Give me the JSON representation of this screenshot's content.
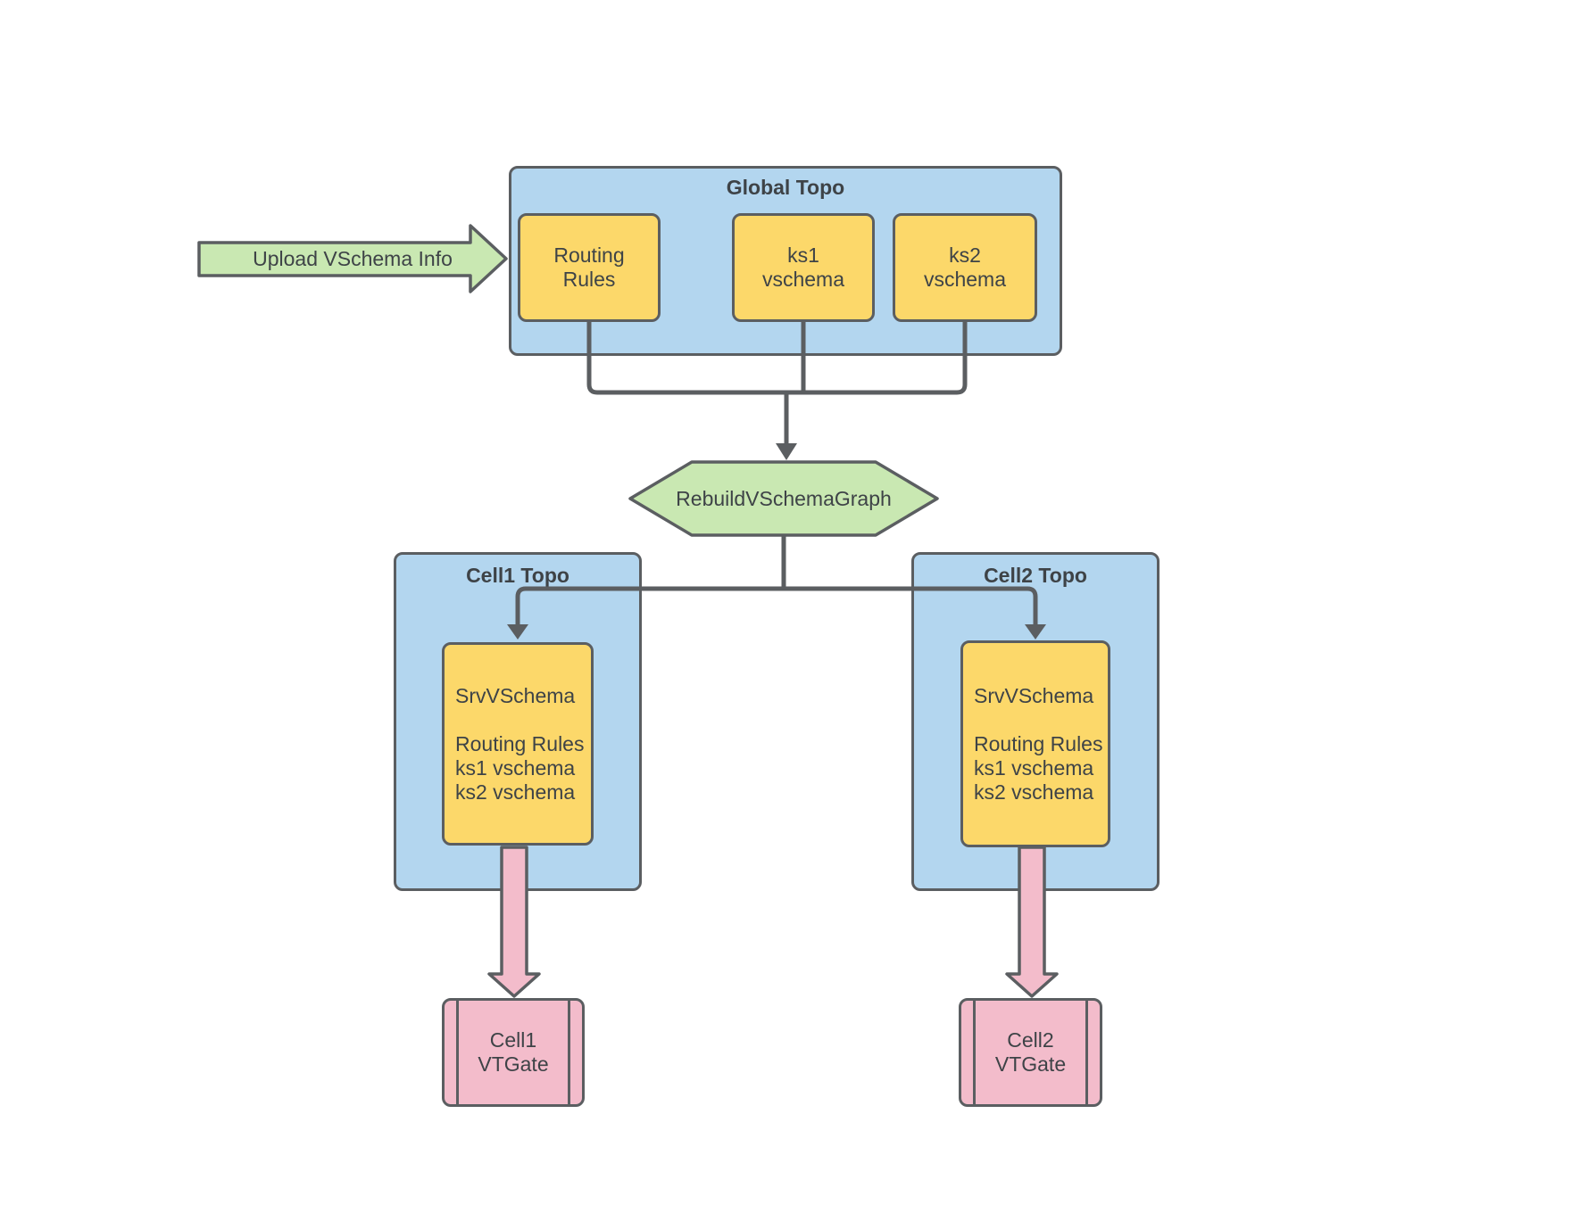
{
  "colors": {
    "container_blue": "#b3d6ef",
    "node_yellow": "#fcd86a",
    "accent_green": "#c9e8b2",
    "accent_pink": "#f3bccb",
    "stroke_gray": "#5b5e61",
    "text": "#3e4347"
  },
  "upload_arrow": {
    "label": "Upload VSchema Info"
  },
  "global_topo": {
    "title": "Global Topo",
    "nodes": [
      {
        "lines": [
          "Routing",
          "Rules"
        ]
      },
      {
        "lines": [
          "ks1",
          "vschema"
        ]
      },
      {
        "lines": [
          "ks2",
          "vschema"
        ]
      }
    ]
  },
  "rebuild_step": {
    "label": "RebuildVSchemaGraph"
  },
  "cells": [
    {
      "title": "Cell1 Topo",
      "srv_lines": [
        "SrvVSchema",
        "",
        "Routing Rules",
        "ks1 vschema",
        "ks2 vschema"
      ],
      "vtgate_lines": [
        "Cell1",
        "VTGate"
      ]
    },
    {
      "title": "Cell2 Topo",
      "srv_lines": [
        "SrvVSchema",
        "",
        "Routing Rules",
        "ks1 vschema",
        "ks2 vschema"
      ],
      "vtgate_lines": [
        "Cell2",
        "VTGate"
      ]
    }
  ]
}
